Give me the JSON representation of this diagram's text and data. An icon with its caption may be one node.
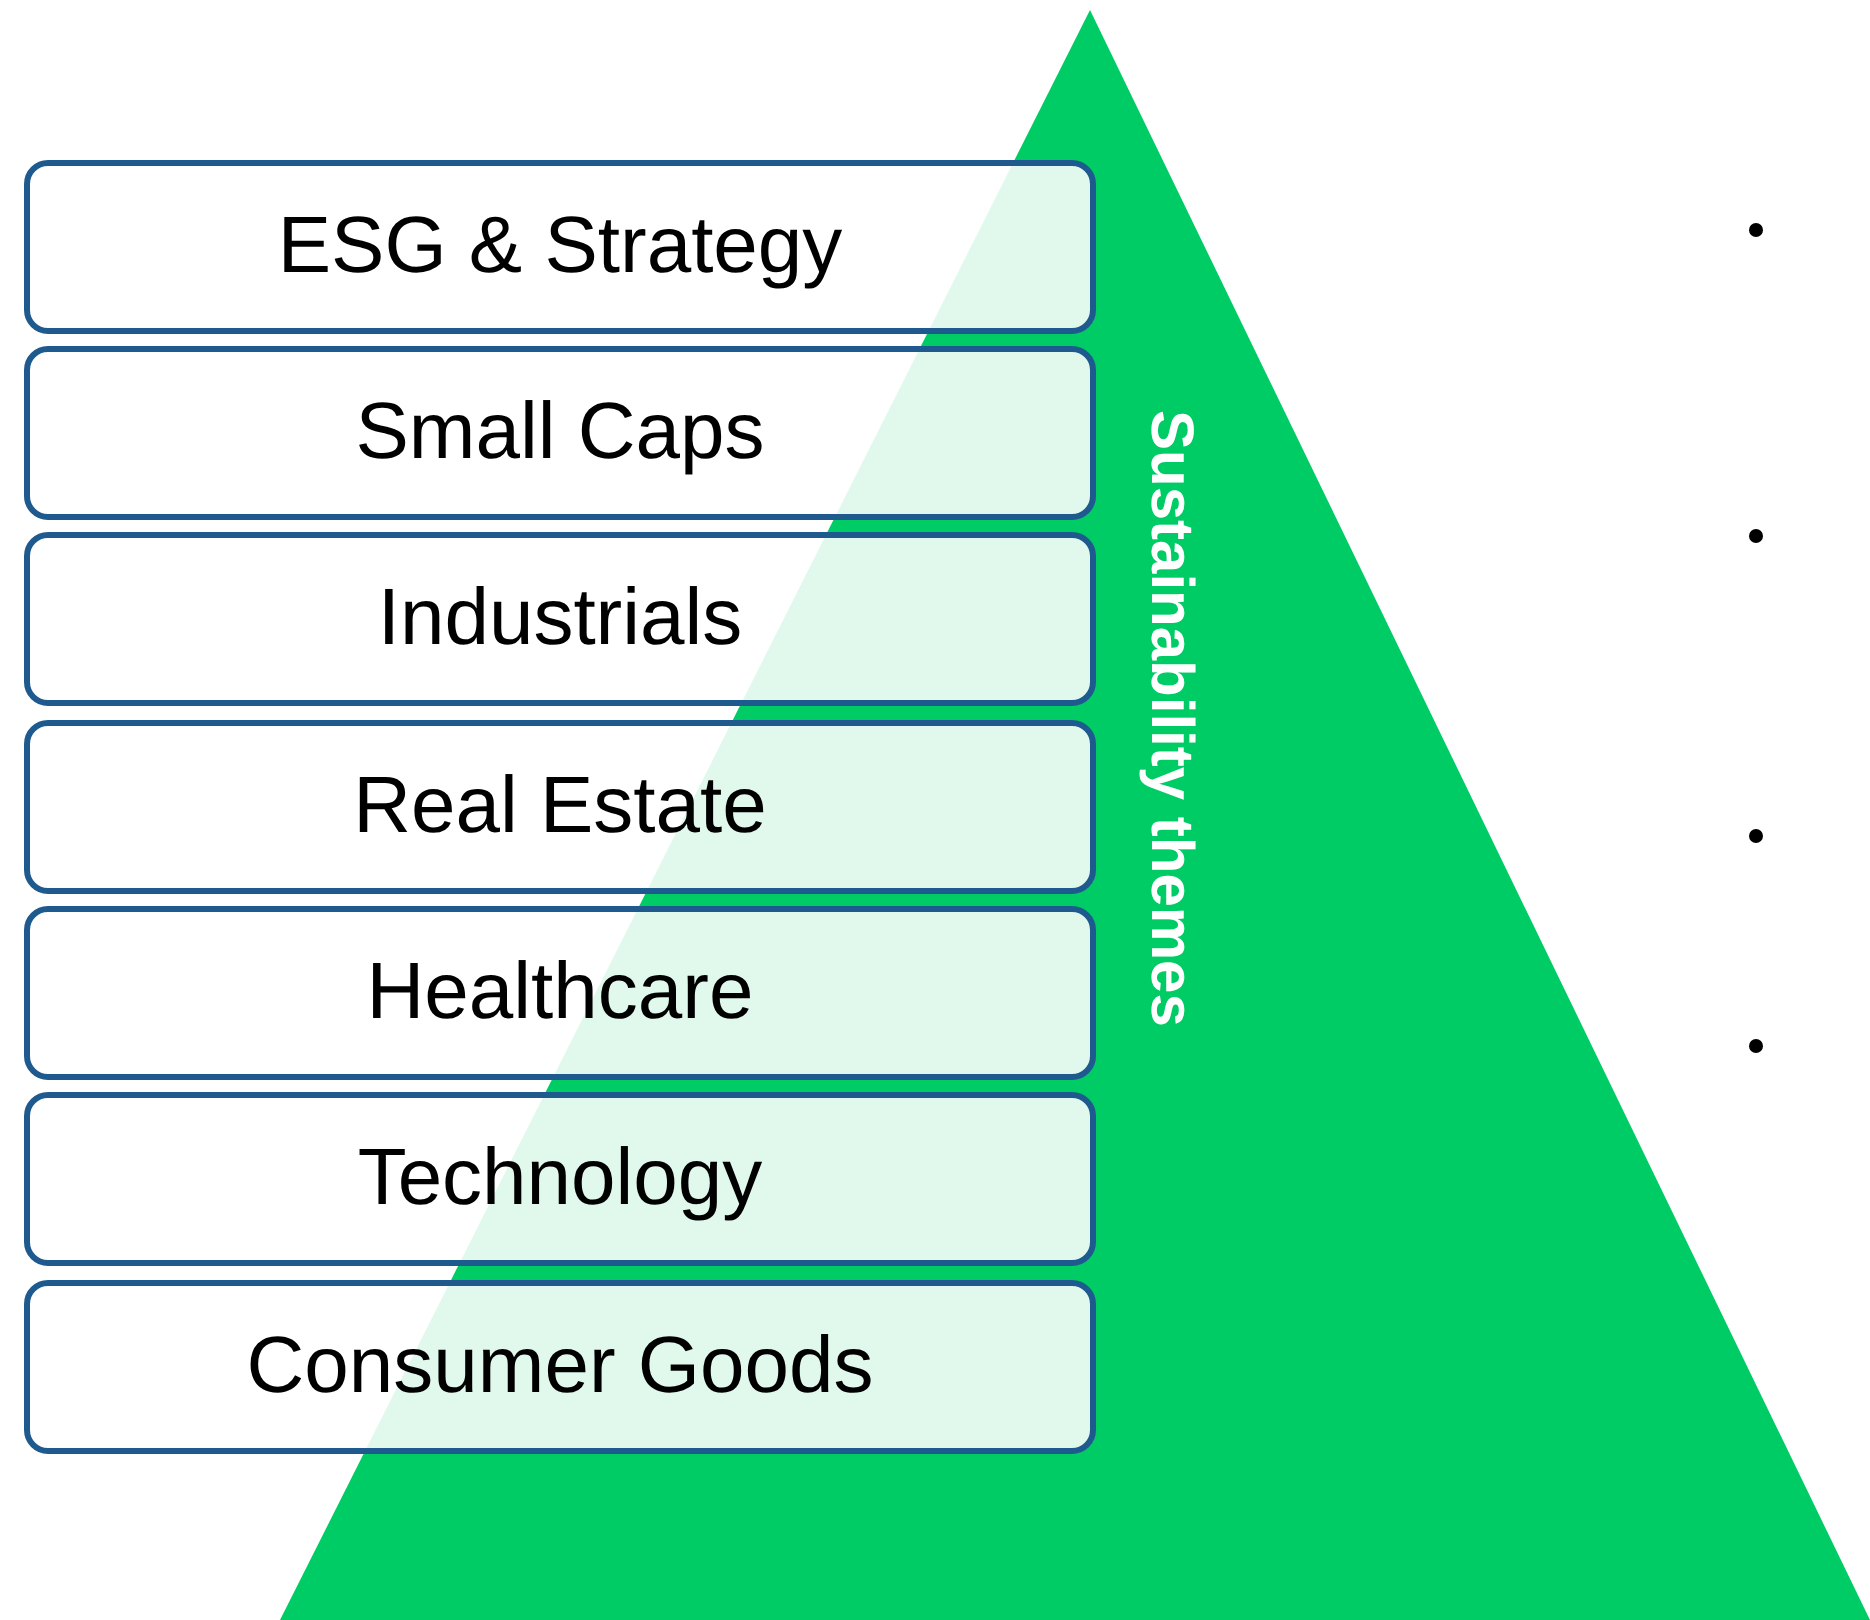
{
  "diagram": {
    "nodes": [
      {
        "text": [
          "Sustainability themes"
        ]
      },
      {
        "text": [
          "ESG & Strategy"
        ]
      },
      {
        "text": [
          "Small Caps"
        ]
      },
      {
        "text": [
          "Industrials"
        ]
      },
      {
        "text": [
          "Real Estate"
        ]
      },
      {
        "text": [
          "Healthcare"
        ]
      },
      {
        "text": [
          "Technology"
        ]
      },
      {
        "text": [
          "Consumer Goods"
        ]
      }
    ]
  }
}
